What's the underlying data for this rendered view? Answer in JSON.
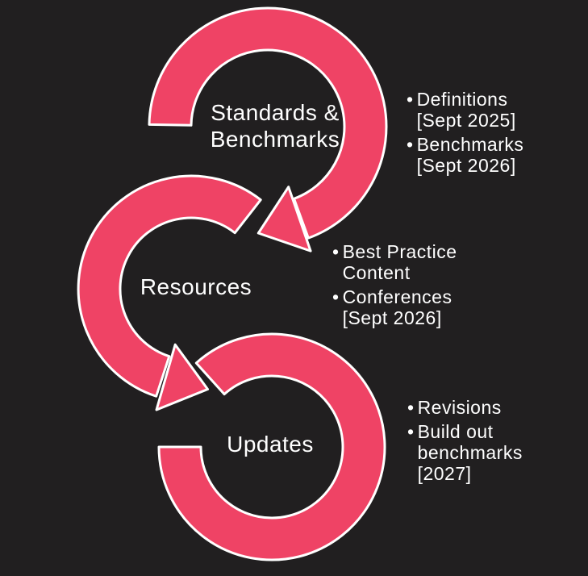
{
  "colors": {
    "background": "#211F20",
    "accent": "#EF4365",
    "outline": "#FFFFFF",
    "text": "#FFFFFF"
  },
  "diagram": {
    "type": "cycle-process",
    "bullet_char": "•",
    "nodes": [
      {
        "label": "Standards &\nBenchmarks",
        "bullets": [
          "Definitions\n[Sept 2025]",
          "Benchmarks\n[Sept 2026]"
        ]
      },
      {
        "label": "Resources",
        "bullets": [
          "Best Practice\nContent",
          "Conferences\n[Sept 2026]"
        ]
      },
      {
        "label": "Updates",
        "bullets": [
          "Revisions",
          "Build out\nbenchmarks\n[2027]"
        ]
      }
    ]
  }
}
